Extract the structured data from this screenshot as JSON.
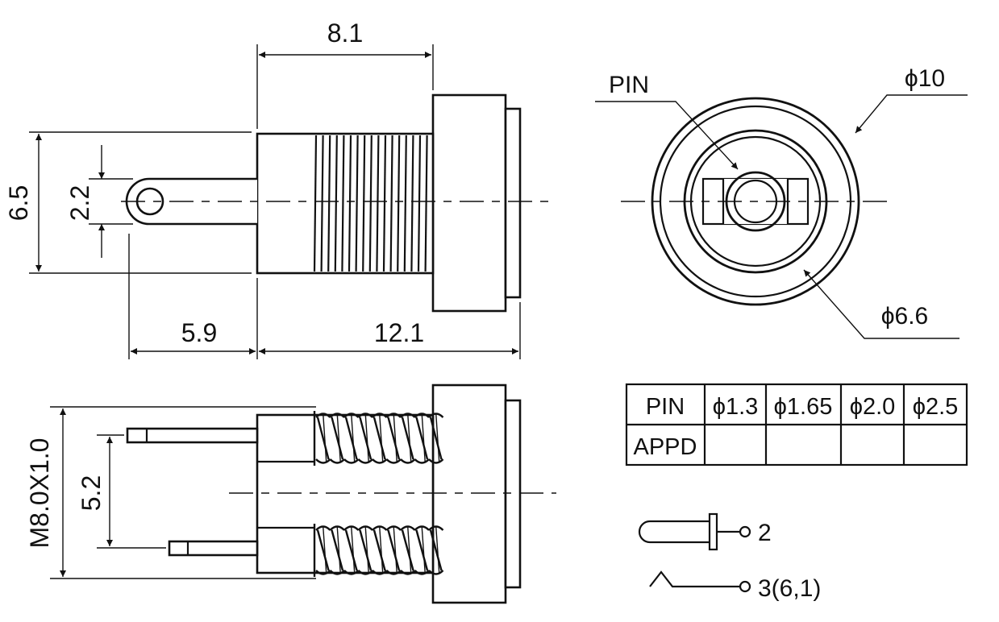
{
  "dimensions": {
    "body_length": "8.1",
    "body_height": "6.5",
    "tab_height": "2.2",
    "tab_length": "5.9",
    "overall_length": "12.1",
    "thread_spec": "M8.0X1.0",
    "pin_spacing": "5.2"
  },
  "front_view": {
    "pin_label": "PIN",
    "outer_diameter": "ϕ10",
    "inner_diameter": "ϕ6.6"
  },
  "table": {
    "header": [
      "PIN",
      "ϕ1.3",
      "ϕ1.65",
      "ϕ2.0",
      "ϕ2.5"
    ],
    "row_label": "APPD"
  },
  "schematic": {
    "terminal_2": "2",
    "terminal_3": "3(6,1)"
  }
}
